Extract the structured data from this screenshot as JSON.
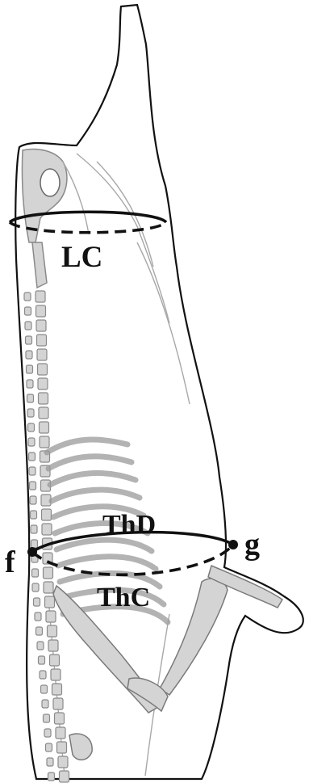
{
  "labels": {
    "lc": "LC",
    "thd": "ThD",
    "thc": "ThC",
    "f": "f",
    "g": "g"
  },
  "colors": {
    "outline": "#111111",
    "bone_fill": "#d4d4d4",
    "bone_stroke": "#8a8a8a",
    "carcass_fill": "#ffffff"
  }
}
